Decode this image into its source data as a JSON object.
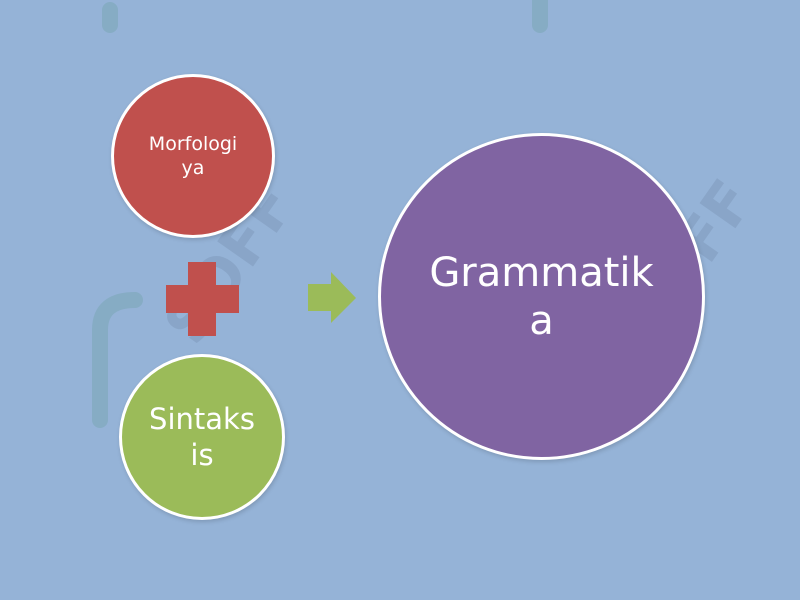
{
  "diagram": {
    "nodes": [
      {
        "id": "morfologiya",
        "label": "Morfologi\nya",
        "color": "#c0504d"
      },
      {
        "id": "sintaksis",
        "label": "Sintaks\nis",
        "color": "#9bbb59"
      },
      {
        "id": "grammatika",
        "label": "Grammatik\na",
        "color": "#8064a2"
      }
    ],
    "plus_symbol": {
      "color": "#c0504d"
    },
    "arrow": {
      "color": "#9bbb59"
    },
    "background_color": "#95b3d7"
  }
}
